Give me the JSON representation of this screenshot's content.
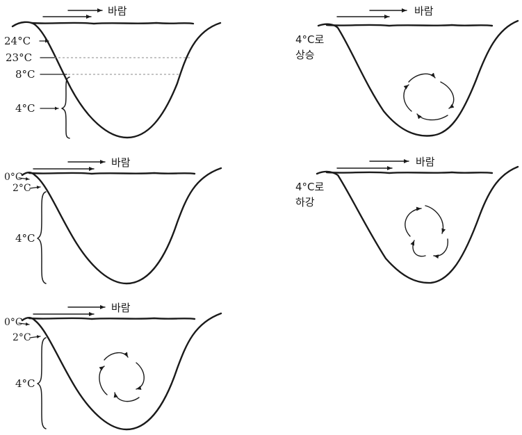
{
  "wind_label": "바람",
  "panels": [
    {
      "id": "summer",
      "labels": [
        "24°C",
        "23°C",
        "8°C",
        "4°C"
      ],
      "circulation": false
    },
    {
      "id": "winter",
      "labels": [
        "0°C",
        "2°C",
        "4°C"
      ],
      "circulation": false
    },
    {
      "id": "winter-turnover",
      "labels": [
        "0°C",
        "2°C",
        "4°C"
      ],
      "circulation": true
    },
    {
      "id": "spring",
      "labels": [
        "4°C로",
        "상승"
      ],
      "circulation": true
    },
    {
      "id": "autumn",
      "labels": [
        "4°C로",
        "하강"
      ],
      "circulation": true
    }
  ],
  "colors": {
    "ink": "#1a1a1a",
    "dash": "#8a8a8a",
    "background": "#ffffff"
  },
  "icons": [
    "wind-arrow-icon",
    "circulation-arrows-icon",
    "brace-icon"
  ]
}
